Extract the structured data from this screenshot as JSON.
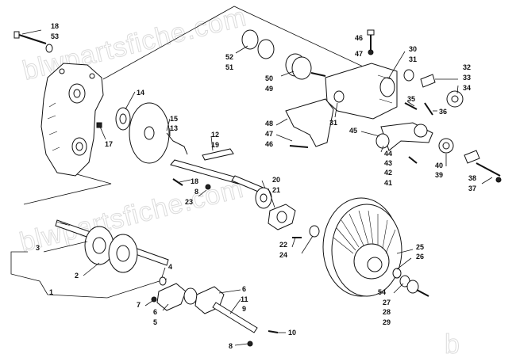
{
  "watermark": {
    "text_top": "blwpartsfiche.com",
    "text_bottom": "blwpartsfiche.com",
    "text_edge": "b"
  },
  "callouts": [
    {
      "id": "c18a",
      "text": "18"
    },
    {
      "id": "c53",
      "text": "53"
    },
    {
      "id": "c14",
      "text": "14"
    },
    {
      "id": "c17",
      "text": "17"
    },
    {
      "id": "c15",
      "text": "15"
    },
    {
      "id": "c13",
      "text": "13"
    },
    {
      "id": "c12",
      "text": "12"
    },
    {
      "id": "c19",
      "text": "19"
    },
    {
      "id": "c18b",
      "text": "18"
    },
    {
      "id": "c8a",
      "text": "8"
    },
    {
      "id": "c23",
      "text": "23"
    },
    {
      "id": "c20",
      "text": "20"
    },
    {
      "id": "c21",
      "text": "21"
    },
    {
      "id": "c22",
      "text": "22"
    },
    {
      "id": "c24",
      "text": "24"
    },
    {
      "id": "c52",
      "text": "52"
    },
    {
      "id": "c51",
      "text": "51"
    },
    {
      "id": "c50",
      "text": "50"
    },
    {
      "id": "c49",
      "text": "49"
    },
    {
      "id": "c46a",
      "text": "46"
    },
    {
      "id": "c47a",
      "text": "47"
    },
    {
      "id": "c30",
      "text": "30"
    },
    {
      "id": "c31a",
      "text": "31"
    },
    {
      "id": "c32",
      "text": "32"
    },
    {
      "id": "c33",
      "text": "33"
    },
    {
      "id": "c34",
      "text": "34"
    },
    {
      "id": "c31b",
      "text": "31"
    },
    {
      "id": "c35",
      "text": "35"
    },
    {
      "id": "c36",
      "text": "36"
    },
    {
      "id": "c48",
      "text": "48"
    },
    {
      "id": "c47b",
      "text": "47"
    },
    {
      "id": "c46b",
      "text": "46"
    },
    {
      "id": "c45",
      "text": "45"
    },
    {
      "id": "c44",
      "text": "44"
    },
    {
      "id": "c43",
      "text": "43"
    },
    {
      "id": "c42",
      "text": "42"
    },
    {
      "id": "c41",
      "text": "41"
    },
    {
      "id": "c40",
      "text": "40"
    },
    {
      "id": "c39",
      "text": "39"
    },
    {
      "id": "c38",
      "text": "38"
    },
    {
      "id": "c37",
      "text": "37"
    },
    {
      "id": "c3",
      "text": "3"
    },
    {
      "id": "c2",
      "text": "2"
    },
    {
      "id": "c1",
      "text": "1"
    },
    {
      "id": "c4",
      "text": "4"
    },
    {
      "id": "c7",
      "text": "7"
    },
    {
      "id": "c6a",
      "text": "6"
    },
    {
      "id": "c5",
      "text": "5"
    },
    {
      "id": "c6b",
      "text": "6"
    },
    {
      "id": "c11",
      "text": "11"
    },
    {
      "id": "c9",
      "text": "9"
    },
    {
      "id": "c10",
      "text": "10"
    },
    {
      "id": "c8b",
      "text": "8"
    },
    {
      "id": "c25",
      "text": "25"
    },
    {
      "id": "c26",
      "text": "26"
    },
    {
      "id": "c54",
      "text": "54"
    },
    {
      "id": "c27",
      "text": "27"
    },
    {
      "id": "c28",
      "text": "28"
    },
    {
      "id": "c29",
      "text": "29"
    }
  ]
}
